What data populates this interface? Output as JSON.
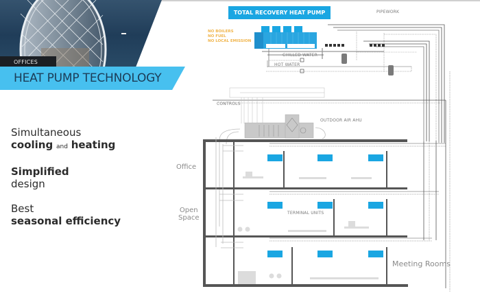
{
  "header": {
    "section_tab": "OFFICES",
    "title": "HEAT PUMP TECHNOLOGY",
    "accent_color": "#47c0ef",
    "title_text_color": "#1c3c57"
  },
  "bullets": [
    {
      "line1": "Simultaneous",
      "line2_bold_a": "cooling",
      "line2_small": "and",
      "line2_bold_b": "heating"
    },
    {
      "line1_bold": "Simplified",
      "line2": "design"
    },
    {
      "line1": "Best",
      "line2_bold": "seasonal efficiency"
    }
  ],
  "diagram": {
    "heat_pump_label": "TOTAL RECOVERY HEAT PUMP",
    "heat_pump_color": "#1aa6e2",
    "pipework_label": "PIPEWORK",
    "benefits": [
      "NO BOILERS",
      "NO FUEL",
      "NO LOCAL EMISSION"
    ],
    "benefits_color": "#f0b44a",
    "chilled_water_label": "CHILLED WATER",
    "hot_water_label": "HOT WATER",
    "controls_label": "CONTROLS",
    "ahu_label": "OUTDOOR AIR AHU",
    "terminal_units_label": "TERMINAL UNITS",
    "rooms": {
      "office": "Office",
      "open_space_line1": "Open",
      "open_space_line2": "Space",
      "meeting_rooms": "Meeting Rooms"
    },
    "floors": 3,
    "terminal_units_per_floor": 3
  }
}
